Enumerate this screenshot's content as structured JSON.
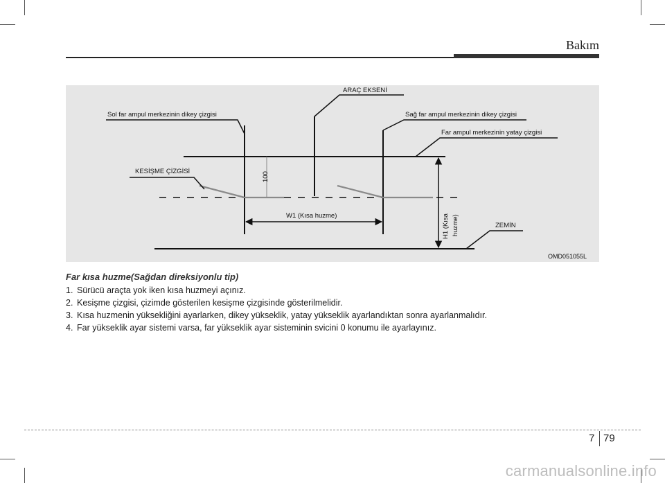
{
  "header": {
    "section_title": "Bakım"
  },
  "figure": {
    "code": "OMD051055L",
    "labels": {
      "vehicle_axis": "ARAÇ EKSENİ",
      "left_vertical": "Sol far ampul merkezinin dikey çizgisi",
      "right_vertical": "Sağ far ampul merkezinin dikey çizgisi",
      "horizontal": "Far ampul merkezinin yatay çizgisi",
      "intersection": "KESİŞME ÇİZGİSİ",
      "dim_100": "100",
      "w1": "W1 (Kısa huzme)",
      "h1_line1": "H1 (Kısa",
      "h1_line2": "huzme)",
      "ground": "ZEMİN"
    }
  },
  "caption": "Far kısa huzme(Sağdan direksiyonlu tip)",
  "steps": [
    {
      "num": "1.",
      "text": "Sürücü araçta yok iken kısa huzmeyi açınız."
    },
    {
      "num": "2.",
      "text": "Kesişme çizgisi, çizimde gösterilen kesişme çizgisinde gösterilmelidir."
    },
    {
      "num": "3.",
      "text": "Kısa huzmenin yüksekliğini ayarlarken, dikey yükseklik, yatay yükseklik ayarlandıktan sonra ayarlanmalıdır."
    },
    {
      "num": "4.",
      "text": "Far yükseklik ayar sistemi varsa, far yükseklik ayar sisteminin svicini 0 konumu ile ayarlayınız."
    }
  ],
  "footer": {
    "chapter": "7",
    "page": "79"
  },
  "watermark": "carmanualsonline.info"
}
